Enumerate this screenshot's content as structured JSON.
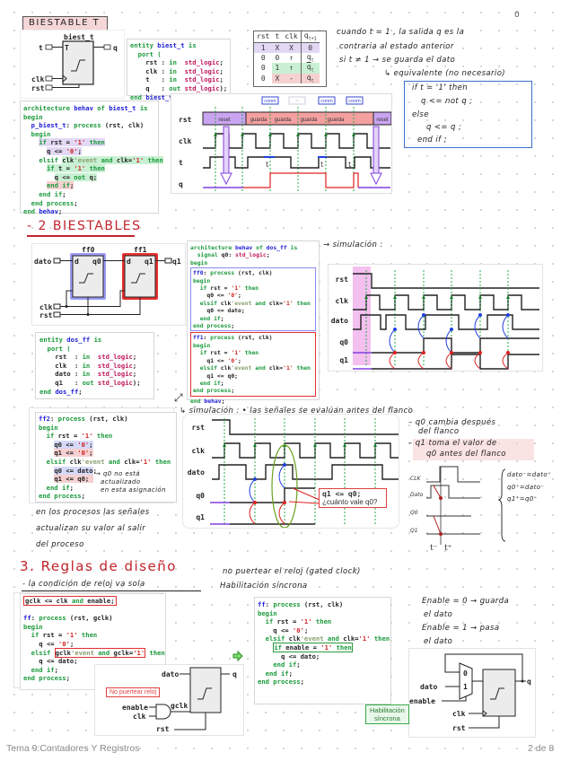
{
  "page": {
    "corner_mark": "0",
    "footer_title": "Tema 9:Contadores Y Registros",
    "footer_page": "2 de 8"
  },
  "section1": {
    "title": "BIESTABLE T",
    "block": {
      "name": "biest_t",
      "ports_in": [
        "t",
        "clk",
        "rst"
      ],
      "port_out": "q",
      "inner_label": "T"
    },
    "entity_code": [
      "entity biest_t is",
      "  port (",
      "    rst : in  std_logic;",
      "    clk : in  std_logic;",
      "    t   : in  std_logic;",
      "    q   : out std_logic);",
      "end biest_t;"
    ],
    "truth_table": {
      "headers": [
        "rst",
        "t",
        "clk",
        "q(t+1)"
      ],
      "rows": [
        [
          "1",
          "X",
          "X",
          "0"
        ],
        [
          "0",
          "0",
          "↑",
          "q(t)"
        ],
        [
          "0",
          "1",
          "↑",
          "not q(t)"
        ],
        [
          "0",
          "X",
          "-",
          "q(t)"
        ]
      ]
    },
    "arch_code": [
      "architecture behav of biest_t is",
      "begin",
      "  p_biest_t: process (rst, clk)",
      "  begin",
      "    if rst = '1' then",
      "      q <= '0';",
      "    elsif clk'event and clk='1' then",
      "      if t = '1' then",
      "        q <= not q;",
      "      end if;",
      "    end if;",
      "  end process;",
      "end behav;"
    ],
    "timing": {
      "signals": [
        "rst",
        "clk",
        "t",
        "q"
      ],
      "rst_segments": [
        "reset",
        "guarda",
        "guarda",
        "guarda",
        "guarda",
        "reset"
      ],
      "tags": [
        "conm",
        "=",
        "conm",
        "conm"
      ],
      "edge_labels": [
        "t",
        "t",
        "t"
      ]
    },
    "notes": [
      "cuando t = 1 , la salida q es la",
      "contraria al estado anterior",
      "si t ≠ 1 → se guarda el dato",
      "↳ equivalente (no necesario)"
    ],
    "equiv_code": [
      "if t = '1' then",
      "    q <= not q ;",
      "else",
      "    q <= q ;",
      "end if ;"
    ]
  },
  "section2": {
    "title": "- 2 BIESTABLES",
    "circuit": {
      "ff0": "ff0",
      "ff1": "ff1",
      "in_dato": "dato",
      "in_clk": "clk",
      "in_rst": "rst",
      "out_q1": "q1",
      "ff0_d": "d",
      "ff0_q": "q0",
      "ff1_d": "d",
      "ff1_q": "q1"
    },
    "entity_code": [
      "entity dos_ff is",
      "  port (",
      "    rst  : in  std_logic;",
      "    clk  : in  std_logic;",
      "    dato : in  std_logic;",
      "    q1   : out std_logic);",
      "end dos_ff;"
    ],
    "arch_header": [
      "architecture behav of dos_ff is",
      "  signal q0: std_logic;",
      "begin"
    ],
    "ff0_code": [
      "ff0: process (rst, clk)",
      "begin",
      "  if rst = '1' then",
      "    q0 <= '0';",
      "  elsif clk'event and clk='1' then",
      "    q0 <= dato;",
      "  end if;",
      "end process;"
    ],
    "ff1_code": [
      "ff1: process (rst, clk)",
      "begin",
      "  if rst = '1' then",
      "    q1 <= '0';",
      "  elsif clk'event and clk='1' then",
      "    q1 <= q0;",
      "  end if;",
      "end process;"
    ],
    "arch_footer": "end behav;",
    "sim_label": "→ simulación :",
    "timing_signals": [
      "rst",
      "clk",
      "dato",
      "q0",
      "q1"
    ],
    "ff2_code": [
      "ff2: process (rst, clk)",
      "begin",
      "  if rst = '1' then",
      "    q0 <= '0';",
      "    q1 <= '0';",
      "  elsif clk'event and clk='1' then",
      "    q0 <= dato;",
      "    q1 <= q0;",
      "  end if;",
      "end process;"
    ],
    "ff2_note": [
      "→ q0 no está",
      "actualizado",
      "en esta asignación"
    ],
    "process_note": [
      "en los procesos las señales",
      "actualizan su valor al salir",
      "del proceso"
    ],
    "sim2_label": "↳ simulación :  • las señales se evalúan antes del flanco",
    "sim2_signals": [
      "rst",
      "clk",
      "dato",
      "q0",
      "q1"
    ],
    "callout_line1": "q1 <= q0;",
    "callout_line2": "¿cuánto vale q0?",
    "side_notes": [
      "– q0 cambia después",
      "del flanco",
      "– q1 toma el valor de",
      "q0 antes del flanco"
    ],
    "mini_timing_signals": [
      "CLK",
      "Dato",
      "Q0",
      "Q1"
    ],
    "mini_axis": [
      "t⁻",
      "t⁺"
    ],
    "brace_notes": [
      "dato⁻=dato⁺",
      "q0⁺=dato⁻",
      "q1⁺=q0⁻"
    ]
  },
  "section3": {
    "title": "3. Reglas de diseño",
    "subtitle": "- la condición de reloj va sola",
    "right_note": [
      "no puertear el reloj (gated clock)",
      "Habilitación síncrona"
    ],
    "bad_code_gclk": "gclk <= clk and enable;",
    "bad_code": [
      "ff: process (rst, gclk)",
      "begin",
      "  if rst = '1' then",
      "    q <= '0';",
      "  elsif gclk'event and gclk='1' then",
      "    q <= dato;",
      "  end if;",
      "end process;"
    ],
    "bad_label": "No puertear reloj",
    "bad_circuit": {
      "dato": "dato",
      "q": "q",
      "enable": "enable",
      "clk": "clk",
      "gclk": "gclk",
      "rst": "rst"
    },
    "good_code": [
      "ff: process (rst, clk)",
      "begin",
      "  if rst = '1' then",
      "    q <= '0';",
      "  elsif clk'event and clk='1' then",
      "    if enable = '1' then",
      "      q <= dato;",
      "    end if;",
      "  end if;",
      "end process;"
    ],
    "good_label": [
      "Habilitación",
      "síncrona"
    ],
    "enable_notes": [
      "Enable = 0 → guarda",
      "el dato",
      "Enable = 1 → pasa",
      "el dato"
    ],
    "good_circuit": {
      "dato": "dato",
      "enable": "enable",
      "clk": "clk",
      "rst": "rst",
      "q": "q",
      "mux0": "0",
      "mux1": "1"
    }
  }
}
